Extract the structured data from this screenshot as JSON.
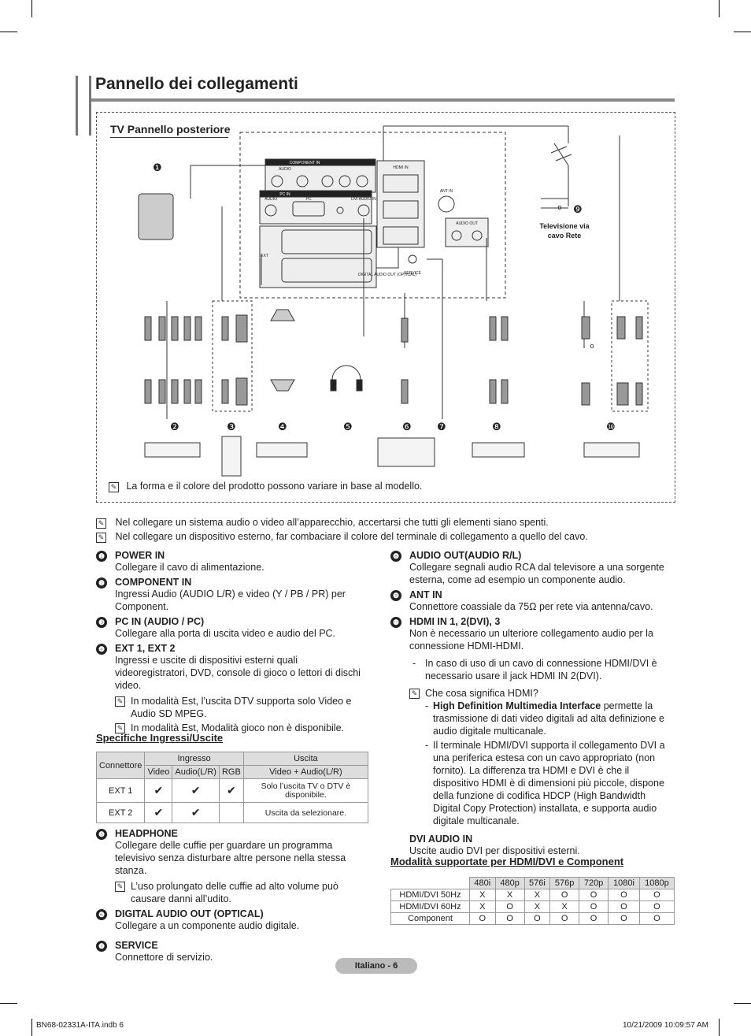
{
  "header": {
    "title": "Pannello dei collegamenti"
  },
  "panel": {
    "title": "TV Pannello posteriore",
    "note": "La forma e il colore del prodotto possono variare in base al modello.",
    "labels": {
      "component_in": "COMPONENT IN",
      "audio": "AUDIO",
      "pc_in": "PC IN",
      "audio2": "AUDIO",
      "pc": "PC",
      "dvi_audio_in": "DVI AUDIO IN",
      "hdmi_in": "HDMI IN",
      "ant_in": "ANT IN",
      "audio_out": "AUDIO OUT",
      "ext": "EXT",
      "digital_audio_out": "DIGITAL AUDIO OUT (OPTICAL)",
      "service": "SERVICE",
      "cable_tv": "Televisione via cavo Rete",
      "or": "o"
    },
    "numbers": [
      "❶",
      "❷",
      "❸",
      "❹",
      "❺",
      "❻",
      "❼",
      "❽",
      "❾",
      "❿"
    ]
  },
  "notes": [
    "Nel collegare un sistema audio o video all’apparecchio, accertarsi che tutti gli elementi siano spenti.",
    "Nel collegare un dispositivo esterno, far combaciare il colore del terminale di collegamento a quello del cavo."
  ],
  "left_items": [
    {
      "num": "❶",
      "title": "POWER IN",
      "text": "Collegare il cavo di alimentazione."
    },
    {
      "num": "❷",
      "title": "COMPONENT IN",
      "text": "Ingressi Audio (AUDIO L/R) e video (Y / PB / PR) per Component."
    },
    {
      "num": "❸",
      "title": "PC IN (AUDIO / PC)",
      "text": "Collegare alla porta di uscita video e audio del PC."
    },
    {
      "num": "❹",
      "title": "EXT 1, EXT 2",
      "text": "Ingressi e uscite di dispositivi esterni quali videoregistratori, DVD, console di gioco o lettori di dischi video."
    }
  ],
  "ext_notes": [
    "In modalità Est, l’uscita DTV supporta solo Video e Audio SD MPEG.",
    "In modalità Est, Modalità gioco non è disponibile."
  ],
  "spec": {
    "heading": "Specifiche Ingressi/Uscite",
    "col_connettore": "Connettore",
    "col_ingresso": "Ingresso",
    "col_uscita": "Uscita",
    "sub": [
      "Video",
      "Audio(L/R)",
      "RGB",
      "Video + Audio(L/R)"
    ],
    "rows": [
      {
        "name": "EXT 1",
        "video": "✔",
        "audio": "✔",
        "rgb": "✔",
        "out": "Solo l’uscita TV o DTV è disponibile."
      },
      {
        "name": "EXT 2",
        "video": "✔",
        "audio": "✔",
        "rgb": "",
        "out": "Uscita da selezionare."
      }
    ]
  },
  "left_items2": [
    {
      "num": "❺",
      "title": "HEADPHONE",
      "text": "Collegare delle cuffie per guardare un programma televisivo senza disturbare altre persone nella stessa stanza."
    },
    {
      "num": "❻",
      "title": "DIGITAL AUDIO OUT (OPTICAL)",
      "text": "Collegare a un componente audio digitale."
    },
    {
      "num": "❼",
      "title": "SERVICE",
      "text": "Connettore di servizio."
    }
  ],
  "headphone_note": "L’uso prolungato delle cuffie ad alto volume può causare danni all’udito.",
  "right_items": [
    {
      "num": "❽",
      "title": "AUDIO OUT(AUDIO R/L)",
      "text": "Collegare segnali audio RCA dal televisore a una sorgente esterna, come ad esempio un componente audio."
    },
    {
      "num": "❾",
      "title": "ANT IN",
      "text": "Connettore coassiale da 75Ω per rete via antenna/cavo."
    },
    {
      "num": "❿",
      "title": "HDMI IN 1, 2(DVI), 3",
      "text": "Non è necessario un ulteriore collegamento audio per la connessione HDMI-HDMI."
    }
  ],
  "hdmi_dash": "In caso di uso di un cavo di connessione HDMI/DVI è necessario usare il jack HDMI IN 2(DVI).",
  "hdmi_question": "Che cosa significa HDMI?",
  "hdmi_def_bold": "High Definition Multimedia Interface",
  "hdmi_def_rest": " permette la trasmissione di dati video digitali ad alta definizione e audio digitale multicanale.",
  "hdmi_dvi_text": "Il terminale HDMI/DVI supporta il collegamento DVI a una periferica estesa con un cavo appropriato (non fornito). La differenza tra HDMI e DVI è che il dispositivo HDMI è di dimensioni più piccole, dispone della funzione di codifica HDCP (High Bandwidth Digital Copy Protection) installata, e supporta audio digitale multicanale.",
  "dvi_audio": {
    "title": "DVI AUDIO IN",
    "text": "Uscite audio DVI per dispositivi esterni."
  },
  "modes": {
    "heading": "Modalità supportate per HDMI/DVI e Component",
    "cols": [
      "480i",
      "480p",
      "576i",
      "576p",
      "720p",
      "1080i",
      "1080p"
    ],
    "rows": [
      {
        "name": "HDMI/DVI 50Hz",
        "vals": [
          "X",
          "X",
          "X",
          "O",
          "O",
          "O",
          "O"
        ]
      },
      {
        "name": "HDMI/DVI 60Hz",
        "vals": [
          "X",
          "O",
          "X",
          "X",
          "O",
          "O",
          "O"
        ]
      },
      {
        "name": "Component",
        "vals": [
          "O",
          "O",
          "O",
          "O",
          "O",
          "O",
          "O"
        ]
      }
    ]
  },
  "footer": {
    "page": "Italiano - 6",
    "file": "BN68-02331A-ITA.indb   6",
    "date": "10/21/2009   10:09:57 AM"
  }
}
